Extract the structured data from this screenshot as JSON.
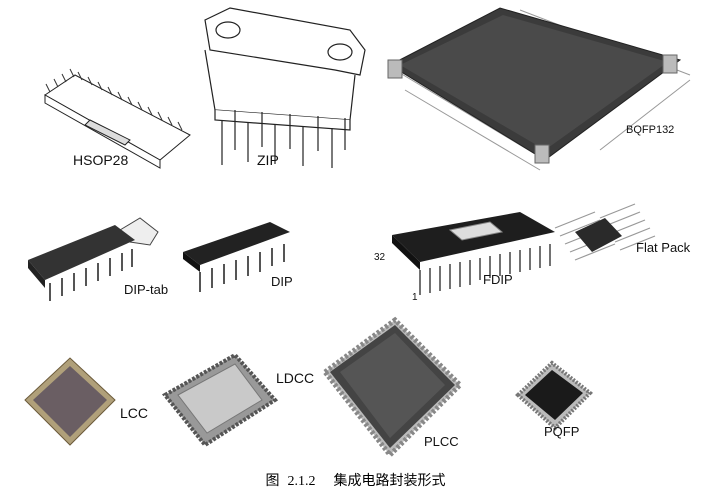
{
  "figure": {
    "packages": {
      "hsop28": "HSOP28",
      "zip": "ZIP",
      "bqfp132": "BQFP132",
      "dip_tab": "DIP-tab",
      "dip": "DIP",
      "fdip": "FDIP",
      "fdip_pin_32": "32",
      "fdip_pin_1": "1",
      "flat_pack": "Flat Pack",
      "lcc": "LCC",
      "ldcc": "LDCC",
      "plcc": "PLCC",
      "pqfp": "PQFP"
    },
    "caption": {
      "prefix": "图",
      "number": "2.1.2",
      "title": "集成电路封装形式"
    }
  }
}
